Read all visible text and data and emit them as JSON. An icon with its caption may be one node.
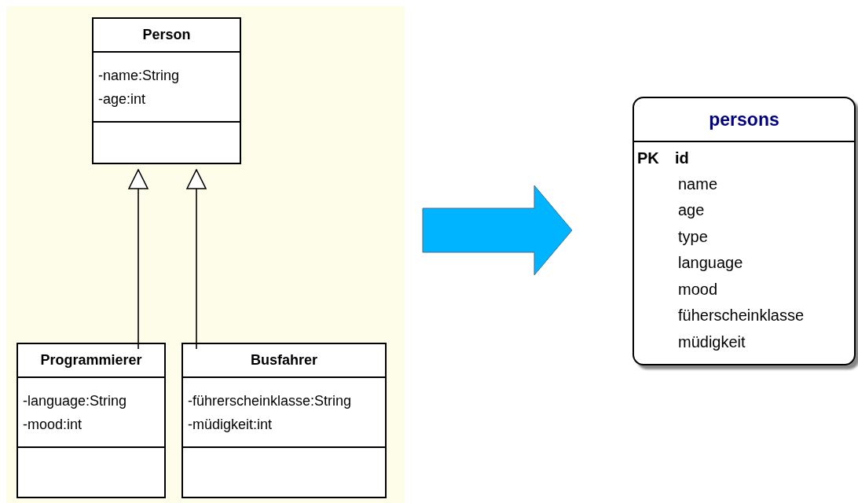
{
  "diagram": {
    "nodes": [
      {
        "text": [],
        "shape": "box"
      },
      {
        "text": [
          "Person",
          "-name:String",
          "-age:int"
        ],
        "in": 0
      },
      {
        "text": [
          "Programmierer",
          "-language:String",
          "-mood:int"
        ],
        "in": 0
      },
      {
        "text": [
          "Busfahrer",
          "-führerscheinklasse:String",
          "-müdigkeit:int"
        ],
        "in": 0
      },
      {
        "text": [
          "persons",
          "PK",
          "id",
          "name",
          "age",
          "type",
          "language",
          "mood",
          "füherscheinklasse",
          "müdigkeit"
        ]
      }
    ],
    "edges": [
      {
        "from": 2,
        "to": 1,
        "arrow": "to"
      },
      {
        "from": 3,
        "to": 1,
        "arrow": "to"
      },
      {
        "from": 0,
        "to": 4,
        "arrow": "to",
        "style": "thick",
        "color": "#00b4ff"
      }
    ]
  }
}
